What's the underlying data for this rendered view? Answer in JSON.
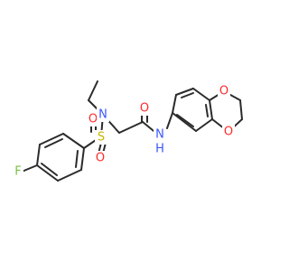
{
  "atoms": {
    "F": "F",
    "S": "S",
    "O_s1": "O",
    "O_s2": "O",
    "N_amine": "N",
    "O_carbonyl": "O",
    "N_amide": "N",
    "H_amide": "H",
    "O_ring_top": "O",
    "O_ring_bottom": "O"
  },
  "colors": {
    "bond": "#2b2b2b",
    "F": "#7ac142",
    "S": "#c9b400",
    "O": "#ff2a2a",
    "N": "#3b55ff"
  }
}
